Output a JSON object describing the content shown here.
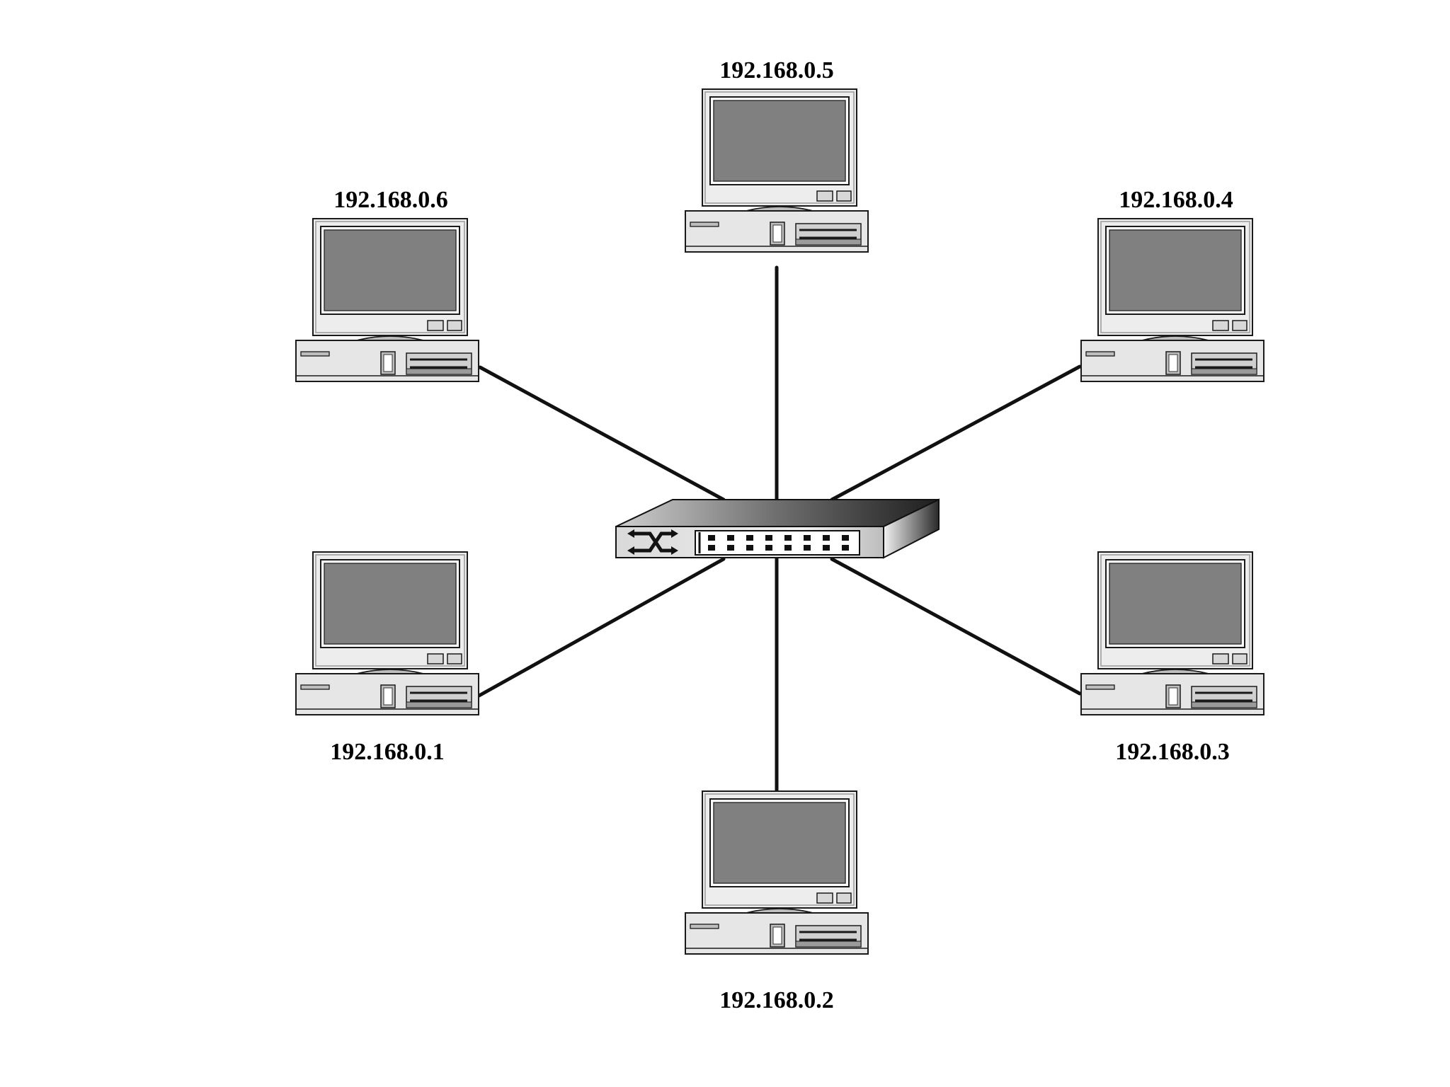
{
  "diagram": {
    "type": "star-network",
    "hub": {
      "icon": "network-switch-icon"
    },
    "hosts": [
      {
        "id": "host-5",
        "ip": "192.168.0.5",
        "icon": "desktop-computer-icon"
      },
      {
        "id": "host-6",
        "ip": "192.168.0.6",
        "icon": "desktop-computer-icon"
      },
      {
        "id": "host-4",
        "ip": "192.168.0.4",
        "icon": "desktop-computer-icon"
      },
      {
        "id": "host-1",
        "ip": "192.168.0.1",
        "icon": "desktop-computer-icon"
      },
      {
        "id": "host-3",
        "ip": "192.168.0.3",
        "icon": "desktop-computer-icon"
      },
      {
        "id": "host-2",
        "ip": "192.168.0.2",
        "icon": "desktop-computer-icon"
      }
    ],
    "colors": {
      "screen": "#808080",
      "case": "#e0e0e0",
      "outline": "#1a1a1a",
      "cable": "#111111"
    }
  }
}
